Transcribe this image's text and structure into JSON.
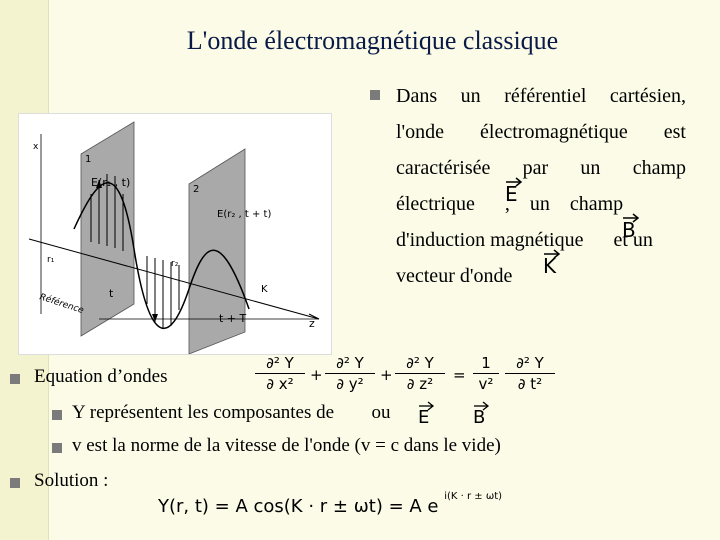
{
  "slide": {
    "title": "L'onde électromagnétique classique"
  },
  "bullet1": {
    "lines": [
      "Dans un référentiel cartésien,",
      "l'onde électromagnétique est",
      "caractérisée par un champ",
      "électrique      ,    un    champ",
      "d'induction magnétique      et un",
      "vecteur d'onde"
    ],
    "symbols": {
      "E": "E",
      "B": "B",
      "K": "K"
    }
  },
  "figure": {
    "labels": {
      "E1": "E(r₁ , t)",
      "E2": "E(r₂ , t + t)",
      "z": "z",
      "x": "x",
      "t": "t",
      "tT": "t + T",
      "K": "K",
      "r1": "r₁",
      "r2": "r₂",
      "s1": "1",
      "s2": "2",
      "ref": "Référence"
    }
  },
  "equation": {
    "bullet": "Equation d’ondes",
    "lhs1": "∂² Y",
    "den1": "∂ x²",
    "lhs2": "∂² Y",
    "den2": "∂ y²",
    "lhs3": "∂² Y",
    "den3": "∂ z²",
    "rhs_num": "1",
    "rhs_den": "v²",
    "rhs2_num": "∂² Y",
    "rhs2_den": "∂ t²",
    "plus": "+",
    "equals": "="
  },
  "sub_bullets": [
    {
      "text_a": "Y  représentent les composantes de",
      "text_b": "ou"
    },
    {
      "text": "v  est la norme de la vitesse de l'onde (v = c dans le vide)"
    }
  ],
  "solution": {
    "label": "Solution :",
    "formula": "Y(r, t) = A cos(K · r ± ωt) = A e",
    "exponent": "i(K · r ± ωt)"
  }
}
